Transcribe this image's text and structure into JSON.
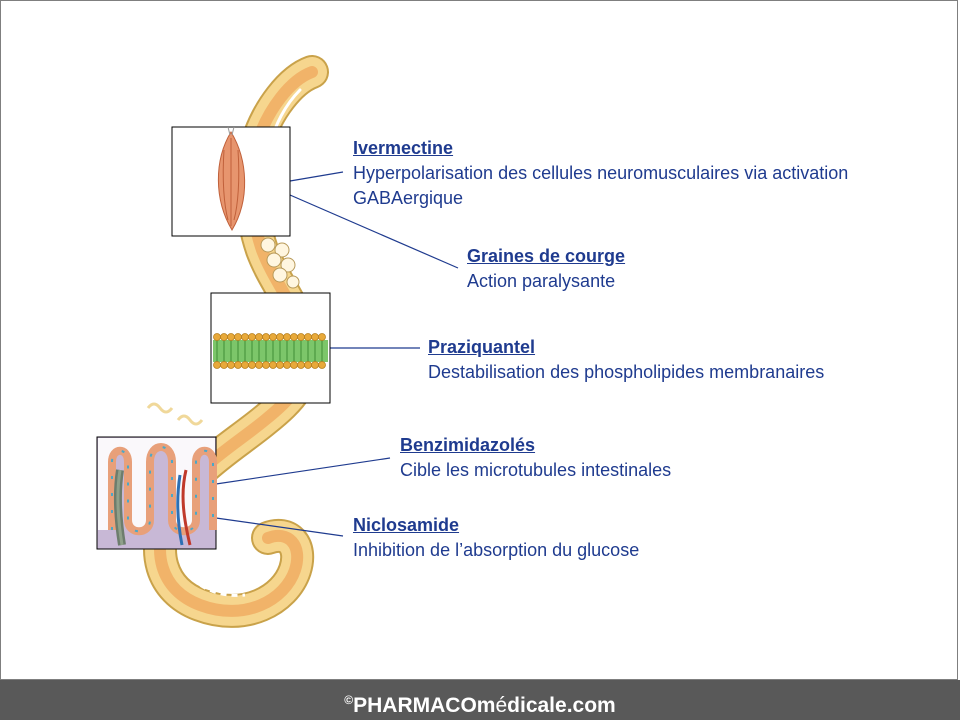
{
  "labels": {
    "ivermectine": {
      "title": "Ivermectine",
      "desc": "Hyperpolarisation des cellules neuromusculaires via activation GABAergique"
    },
    "graines": {
      "title": "Graines de courge",
      "desc": "Action paralysante"
    },
    "praziquantel": {
      "title": "Praziquantel",
      "desc": "Destabilisation des phospholipides membranaires"
    },
    "benzimidazoles": {
      "title": "Benzimidazolés",
      "desc": "Cible les microtubules intestinales"
    },
    "niclosamide": {
      "title": "Niclosamide",
      "desc": "Inhibition de l’absorption du glucose"
    }
  },
  "footer": {
    "copyright": "©",
    "brand_main": "PHARMACOm",
    "brand_e": "é",
    "brand_rest": "dicale.com"
  },
  "colors": {
    "text": "#1f3b8f",
    "worm_fill": "#f6d68e",
    "worm_stroke": "#c9a24a",
    "footer_bg": "#595959"
  },
  "icons": [
    "muscle-fiber-icon",
    "lipid-bilayer-icon",
    "intestinal-villi-icon"
  ]
}
